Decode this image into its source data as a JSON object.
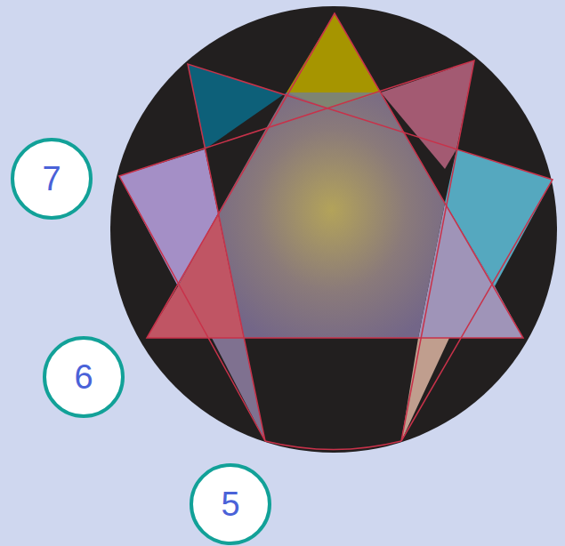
{
  "diagram": {
    "nodes": [
      {
        "text": [
          "7"
        ]
      },
      {
        "text": [
          "6"
        ]
      },
      {
        "text": [
          "5"
        ]
      }
    ]
  }
}
